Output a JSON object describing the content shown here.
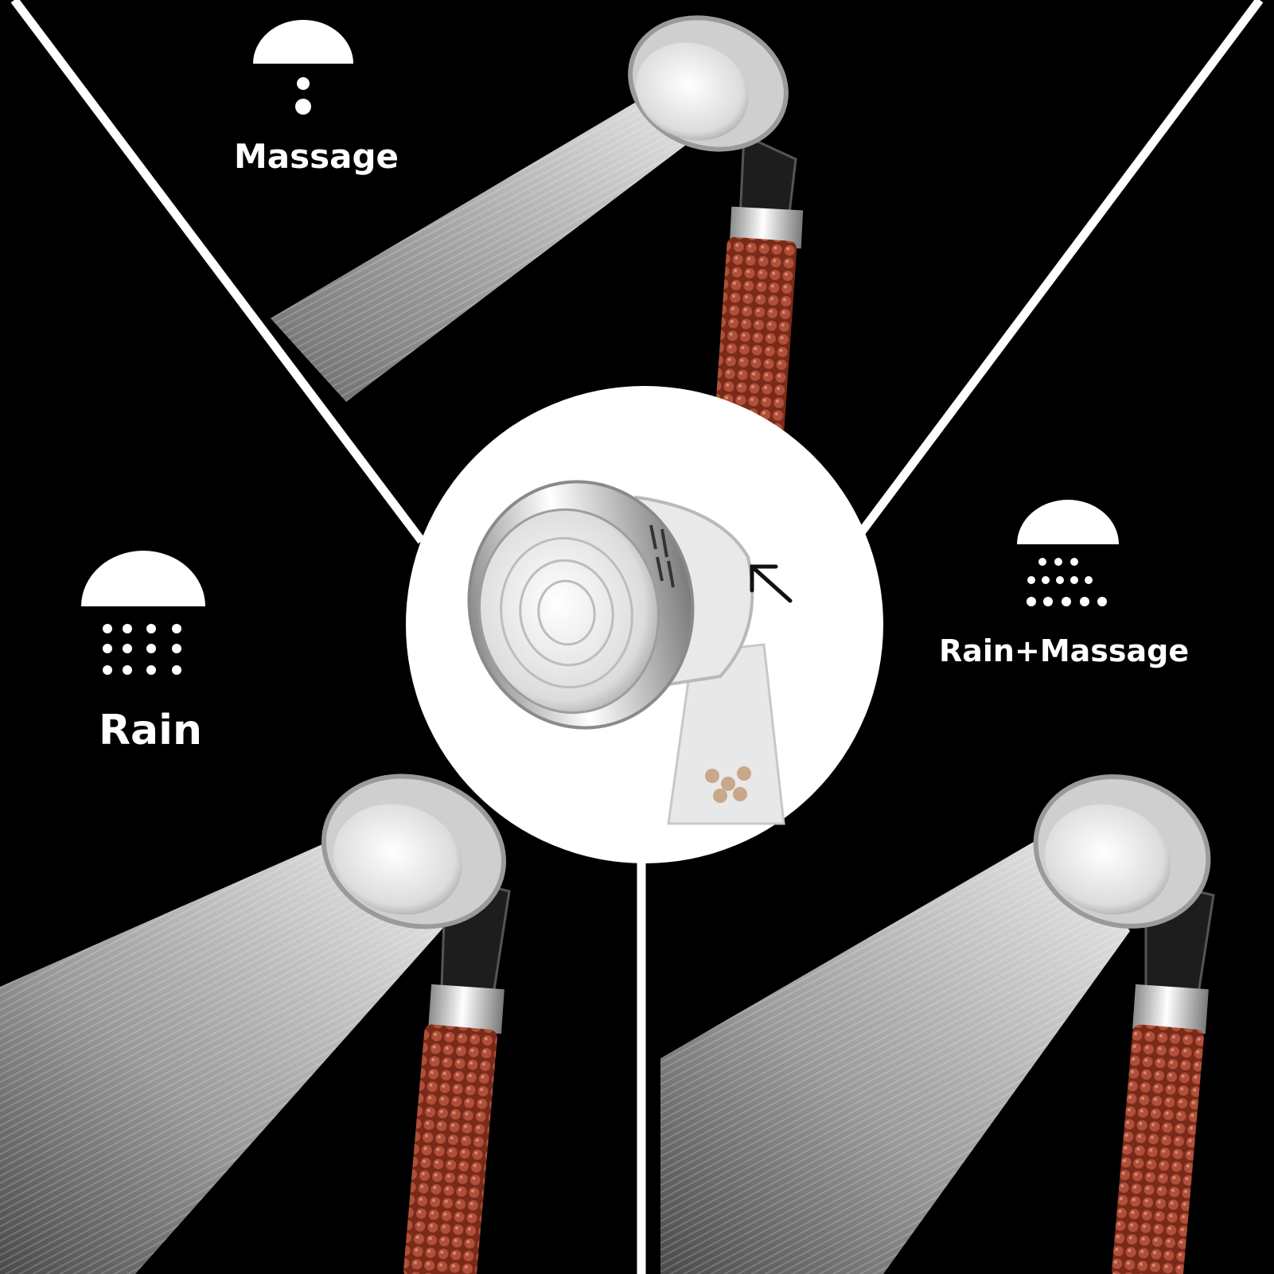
{
  "modes": {
    "massage": {
      "label": "Massage",
      "icon": "massage-spray-icon"
    },
    "rain": {
      "label": "Rain",
      "icon": "rain-spray-icon"
    },
    "rain_massage": {
      "label": "Rain+Massage",
      "icon": "rain-massage-spray-icon"
    }
  },
  "center_detail": {
    "icon": "arrow-icon",
    "subject": "shower-head-switch-detail"
  },
  "colors": {
    "background": "#000000",
    "divider": "#ffffff",
    "filter_beads": "#a4432a",
    "chrome": "#d8d8d8",
    "spray": "#bdbdbd"
  }
}
